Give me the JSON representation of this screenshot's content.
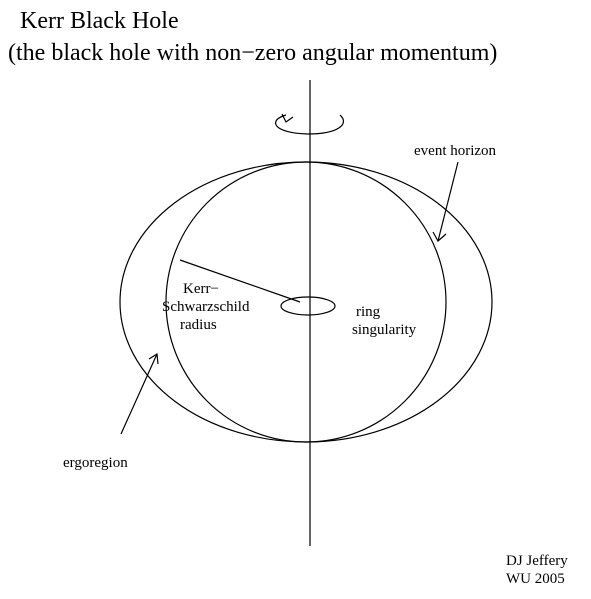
{
  "title": "Kerr Black Hole",
  "subtitle": "(the black hole with non−zero angular momentum)",
  "labels": {
    "event_horizon": "event horizon",
    "kerr_radius_line1": "Kerr−",
    "kerr_radius_line2": "Schwarzschild",
    "kerr_radius_line3": "radius",
    "ring_singularity_line1": "ring",
    "ring_singularity_line2": "singularity",
    "ergoregion": "ergoregion"
  },
  "credit": {
    "author": "DJ Jeffery",
    "affiliation": "WU 2005"
  },
  "icons": {
    "rotation": "rotation-arrow-icon"
  }
}
